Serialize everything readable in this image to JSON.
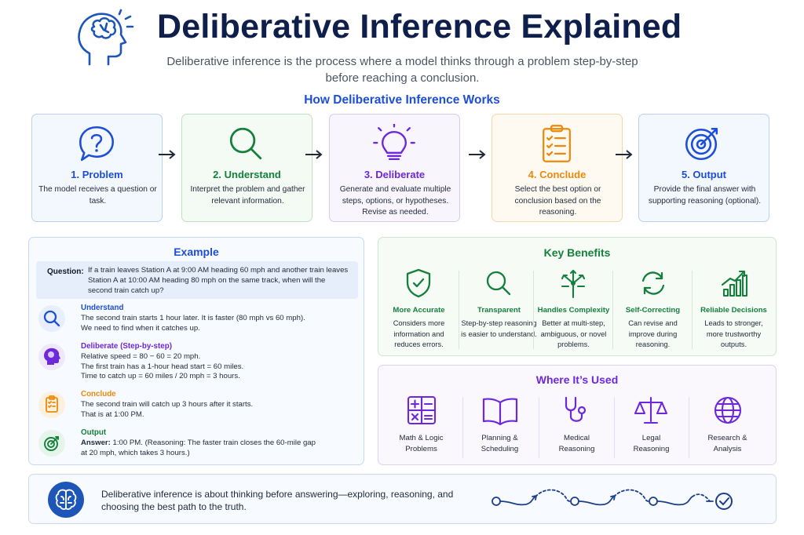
{
  "header": {
    "title": "Deliberative Inference Explained",
    "subtitle": "Deliberative inference is the process where a model thinks through a problem step-by-step before reaching a conclusion."
  },
  "how": {
    "title": "How Deliberative Inference Works",
    "steps": [
      {
        "title": "1. Problem",
        "desc": "The model receives a question or task.",
        "icon": "question-bubble-icon",
        "color": "#1d4ed8"
      },
      {
        "title": "2. Understand",
        "desc": "Interpret the problem and gather relevant information.",
        "icon": "magnifier-icon",
        "color": "#15803d"
      },
      {
        "title": "3. Deliberate",
        "desc": "Generate and evaluate multiple steps, options, or hypotheses. Revise as needed.",
        "icon": "lightbulb-icon",
        "color": "#6d28d9"
      },
      {
        "title": "4. Conclude",
        "desc": "Select the best option or conclusion based on the reasoning.",
        "icon": "checklist-icon",
        "color": "#ea8a0c"
      },
      {
        "title": "5. Output",
        "desc": "Provide the final answer with supporting reasoning (optional).",
        "icon": "target-icon",
        "color": "#1d4ed8"
      }
    ]
  },
  "example": {
    "title": "Example",
    "question_label": "Question:",
    "question_text": "If a train leaves Station A at 9:00 AM heading 60 mph and another train leaves Station A at 10:00 AM heading 80 mph on the same track, when will the second train catch up?",
    "rows": [
      {
        "title": "Understand",
        "text": "The second train starts 1 hour later. It is faster (80 mph vs 60 mph).\nWe need to find when it catches up.",
        "icon": "magnifier-icon",
        "color": "#1d4ed8"
      },
      {
        "title": "Deliberate (Step-by-step)",
        "text": "Relative speed = 80 − 60 = 20 mph.\nThe first train has a 1-hour head start = 60 miles.\nTime to catch up = 60 miles / 20 mph = 3 hours.",
        "icon": "brain-head-icon",
        "color": "#6d28d9"
      },
      {
        "title": "Conclude",
        "text": "The second train will catch up 3 hours after it starts.\nThat is at 1:00 PM.",
        "icon": "clipboard-icon",
        "color": "#ea8a0c"
      },
      {
        "title": "Output",
        "answer_label": "Answer:",
        "text": " 1:00 PM. (Reasoning: The faster train closes the 60-mile gap\nat 20 mph, which takes 3 hours.)",
        "icon": "target-icon",
        "color": "#15803d"
      }
    ]
  },
  "benefits": {
    "title": "Key Benefits",
    "items": [
      {
        "title": "More Accurate",
        "desc": "Considers more information and reduces errors.",
        "icon": "shield-check-icon"
      },
      {
        "title": "Transparent",
        "desc": "Step-by-step reasoning is easier to understand.",
        "icon": "magnifier-icon"
      },
      {
        "title": "Handles Complexity",
        "desc": "Better at multi-step, ambiguous, or novel problems.",
        "icon": "branching-arrows-icon"
      },
      {
        "title": "Self-Correcting",
        "desc": "Can revise and improve during reasoning.",
        "icon": "refresh-icon"
      },
      {
        "title": "Reliable Decisions",
        "desc": "Leads to stronger, more trustworthy outputs.",
        "icon": "growth-chart-icon"
      }
    ]
  },
  "used": {
    "title": "Where It’s Used",
    "items": [
      {
        "title": "Math & Logic\nProblems",
        "icon": "calculator-icon"
      },
      {
        "title": "Planning &\nScheduling",
        "icon": "open-book-icon"
      },
      {
        "title": "Medical\nReasoning",
        "icon": "stethoscope-icon"
      },
      {
        "title": "Legal\nReasoning",
        "icon": "scales-icon"
      },
      {
        "title": "Research &\nAnalysis",
        "icon": "globe-icon"
      }
    ]
  },
  "footer": {
    "text": "Deliberative inference is about thinking before answering—exploring, reasoning, and choosing the best path to the truth.",
    "icon": "brain-icon",
    "path_icon": "dotted-path-check-icon"
  },
  "colors": {
    "navy": "#0f1f4b",
    "blue": "#1d4ed8",
    "green": "#15803d",
    "purple": "#6d28d9",
    "orange": "#ea8a0c"
  }
}
